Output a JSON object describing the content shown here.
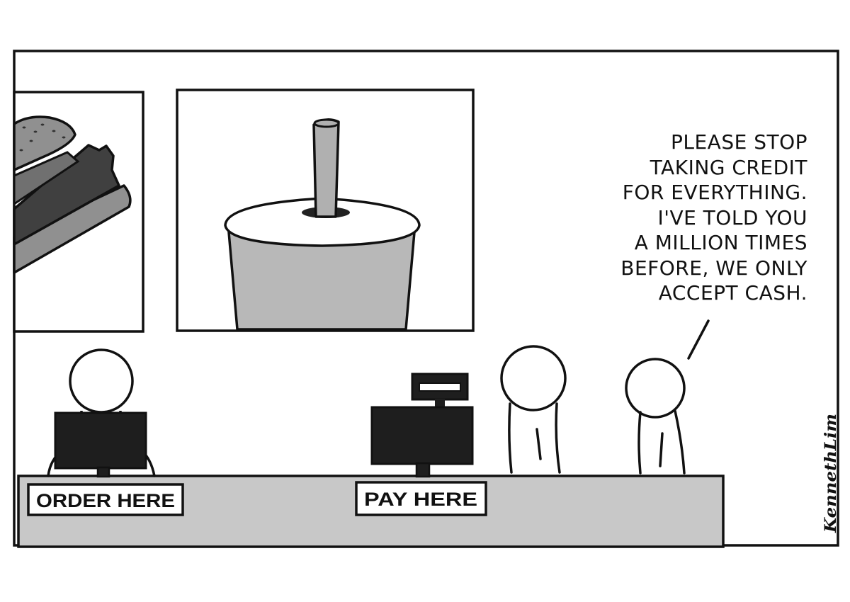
{
  "speech_bubble": {
    "lines": [
      "PLEASE STOP",
      "TAKING CREDIT",
      "FOR EVERYTHING.",
      "I'VE TOLD YOU",
      "A MILLION TIMES",
      "BEFORE, WE ONLY",
      "ACCEPT CASH."
    ]
  },
  "signs": {
    "order": "ORDER HERE",
    "pay": "PAY HERE"
  },
  "signature": "KennethLim",
  "colors": {
    "ink": "#111111",
    "counter": "#c8c8c8",
    "cup": "#b8b8b8",
    "bun": "#909090",
    "patty": "#404040",
    "screen": "#1e1e1e"
  }
}
